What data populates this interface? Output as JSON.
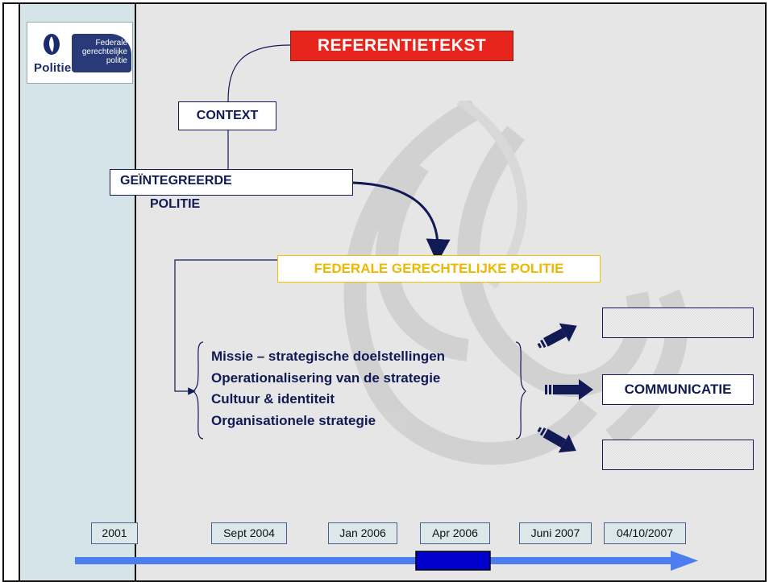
{
  "logo": {
    "politie": "Politie",
    "federale_lines": [
      "Federale",
      "gerechtelijke",
      "politie"
    ]
  },
  "boxes": {
    "referentietekst": "REFERENTIETEKST",
    "context": "CONTEXT",
    "geintegreerde_line1": "GEÏNTEGREERDE",
    "geintegreerde_line2": "POLITIE",
    "federale_gerechtelijke_politie": "FEDERALE GERECHTELIJKE POLITIE",
    "communicatie": "COMMUNICATIE"
  },
  "items": [
    "Missie – strategische doelstellingen",
    "Operationalisering van de  strategie",
    "Cultuur & identiteit",
    "Organisationele strategie"
  ],
  "timeline": [
    "2001",
    "Sept 2004",
    "Jan 2006",
    "Apr 2006",
    "Juni 2007",
    "04/10/2007"
  ],
  "colors": {
    "referentietekst_fill": "#e8251c",
    "federale_text": "#f0b800",
    "navy": "#111a55",
    "left_band": "#d5e4e8",
    "timeline_arrow": "#4d7ef0",
    "timeline_marker": "#0000cc"
  },
  "icons": [
    "police-flame-logo",
    "watermark-flame",
    "arrow-right-icon"
  ]
}
